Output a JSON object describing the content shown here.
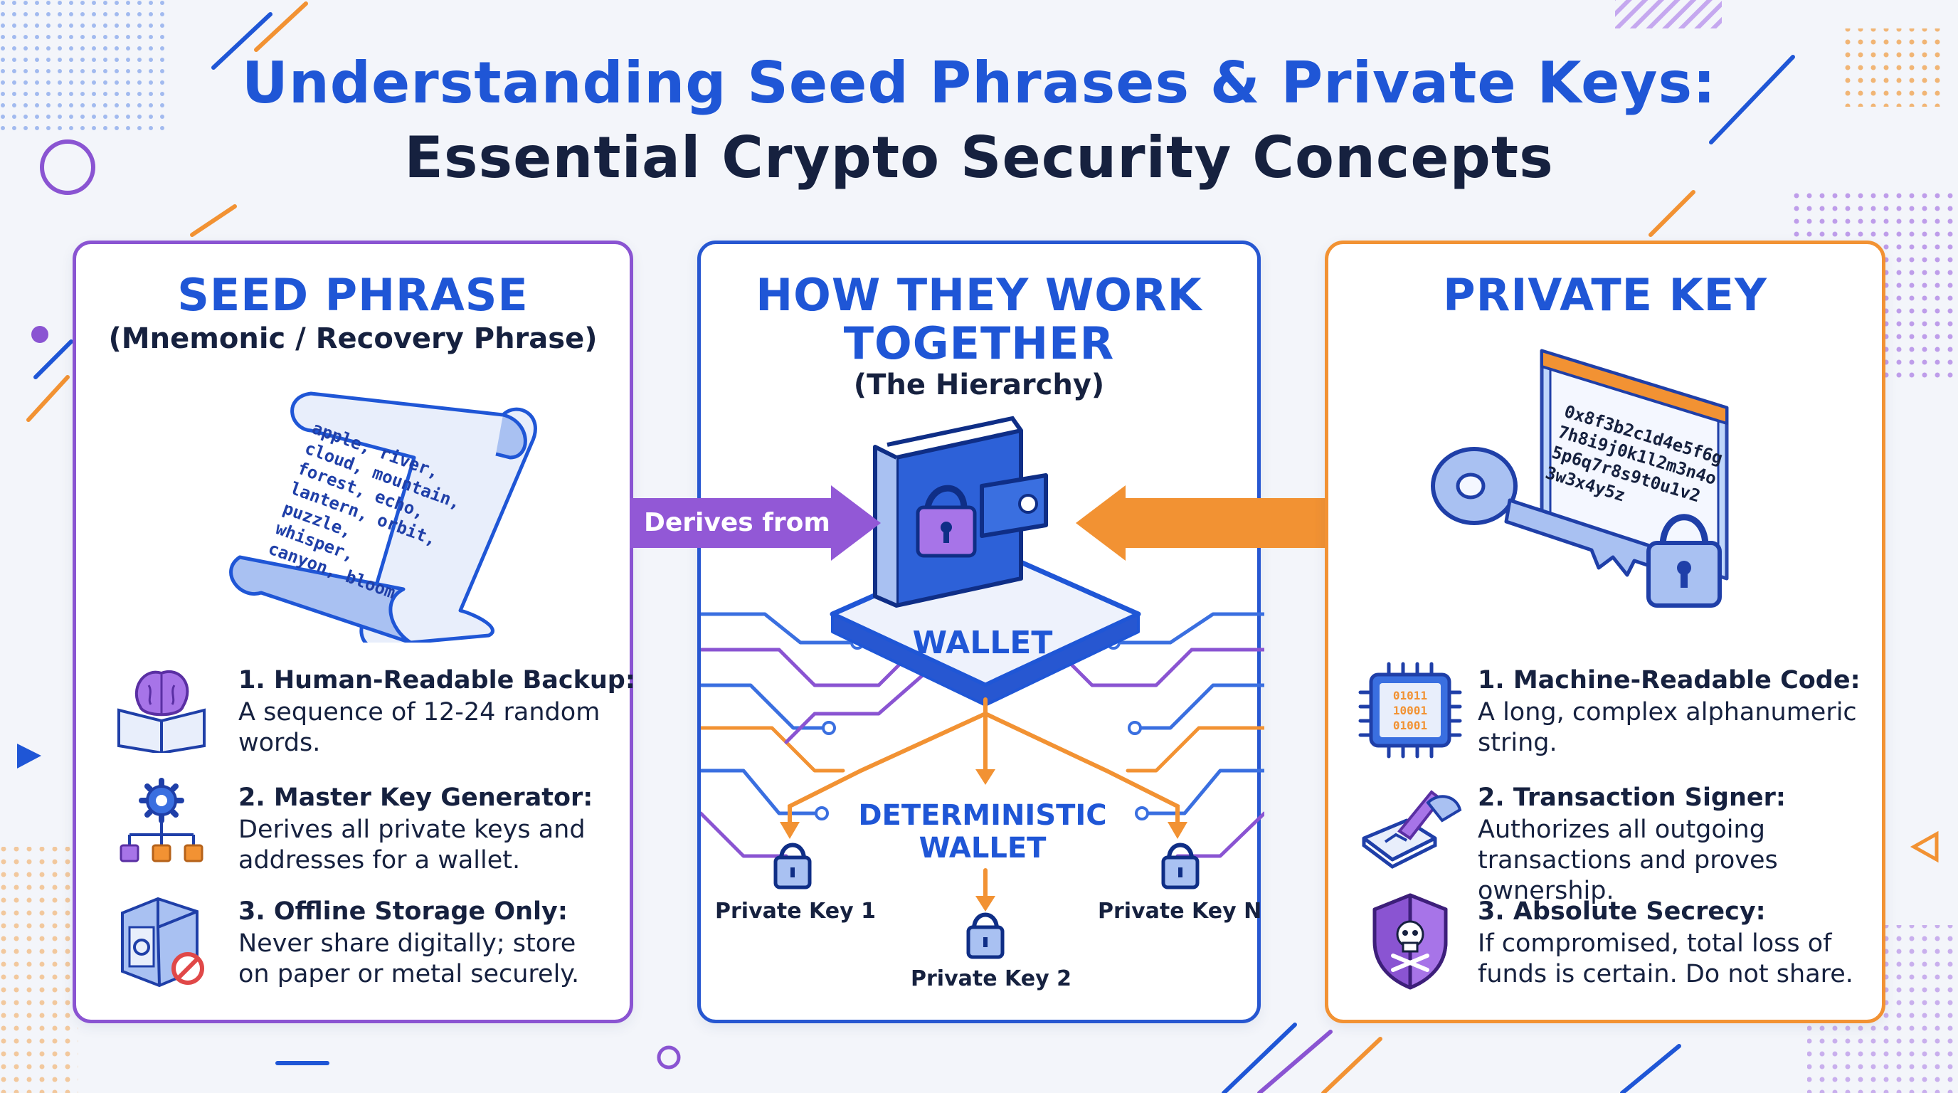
{
  "title": {
    "line1": "Understanding Seed Phrases & Private Keys:",
    "line2": "Essential Crypto Security Concepts"
  },
  "colors": {
    "blue": "#1f56d6",
    "navy": "#16213f",
    "purple": "#8a54d2",
    "orange": "#f29233"
  },
  "seed_panel": {
    "title": "SEED PHRASE",
    "subtitle": "(Mnemonic / Recovery Phrase)",
    "scroll_words": [
      "apple, river,",
      "cloud, mountain,",
      "forest, echo,",
      "lantern, orbit,",
      "puzzle,",
      "whisper,",
      "canyon, bloom"
    ],
    "features": [
      {
        "title": "1. Human-Readable Backup:",
        "desc": "A sequence of 12-24 random words.",
        "icon": "brain-book-icon"
      },
      {
        "title": "2. Master Key Generator:",
        "desc": "Derives all private keys and addresses for a wallet.",
        "icon": "gear-hierarchy-icon"
      },
      {
        "title": "3. Offline Storage Only:",
        "desc": "Never share digitally; store on paper or metal securely.",
        "icon": "safe-icon"
      }
    ]
  },
  "hierarchy_panel": {
    "title_line1": "HOW THEY WORK",
    "title_line2": "TOGETHER",
    "subtitle": "(The Hierarchy)",
    "wallet_label": "WALLET",
    "deterministic_line1": "DETERMINISTIC",
    "deterministic_line2": "WALLET",
    "keys": [
      "Private Key 1",
      "Private Key 2",
      "Private Key N"
    ]
  },
  "derives_arrow": {
    "label": "Derives from"
  },
  "key_panel": {
    "title": "PRIVATE KEY",
    "key_lines": [
      "0x8f3b2c1d4e5f6g",
      "7h8i9j0k1l2m3n4o",
      "5p6q7r8s9t0u1v2",
      "3w3x4y5z"
    ],
    "chip_bits": [
      "01011",
      "10001",
      "01001"
    ],
    "features": [
      {
        "title": "1. Machine-Readable Code:",
        "desc": "A long, complex alphanumeric string.",
        "icon": "chip-icon"
      },
      {
        "title": "2. Transaction Signer:",
        "desc": "Authorizes all outgoing transactions and proves ownership.",
        "icon": "signing-icon"
      },
      {
        "title": "3. Absolute Secrecy:",
        "desc": "If compromised, total loss of funds is certain. Do not share.",
        "icon": "skull-shield-icon"
      }
    ]
  }
}
